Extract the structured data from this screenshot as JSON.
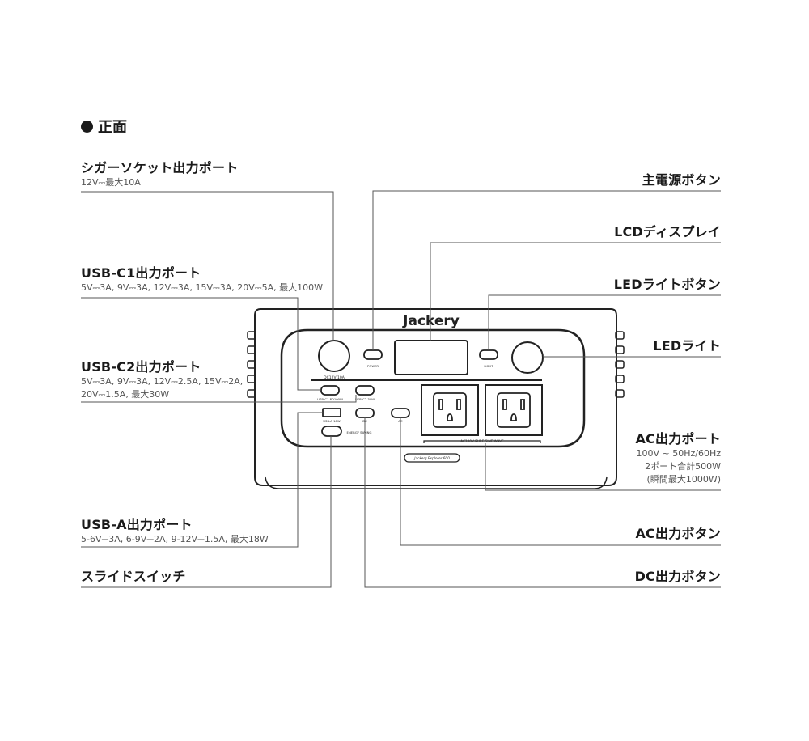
{
  "section_title": "正面",
  "device": {
    "brand": "Jackery",
    "model": "Jackery Explorer 600",
    "dc_label": "DC12V 10A",
    "power_label": "POWER",
    "light_label": "LIGHT",
    "usb_c1_label": "USB-C1 PD100W",
    "usb_c2_label": "USB-C2 30W",
    "usb_a_label": "USB-A 18W",
    "dc_btn_label": "DC",
    "ac_btn_label": "AC",
    "slide_label": "ENERGY SAVING",
    "ac_banner": "AC100V PURE SINE WAVE"
  },
  "callouts_left": [
    {
      "title": "シガーソケット出力ポート",
      "detail": [
        "12V⎓最大10A"
      ]
    },
    {
      "title": "USB-C1出力ポート",
      "detail": [
        "5V⎓3A, 9V⎓3A, 12V⎓3A, 15V⎓3A, 20V⎓5A, 最大100W"
      ]
    },
    {
      "title": "USB-C2出力ポート",
      "detail": [
        "5V⎓3A, 9V⎓3A, 12V⎓2.5A, 15V⎓2A,",
        "20V⎓1.5A, 最大30W"
      ]
    },
    {
      "title": "USB-A出力ポート",
      "detail": [
        "5-6V⎓3A, 6-9V⎓2A, 9-12V⎓1.5A, 最大18W"
      ]
    },
    {
      "title": "スライドスイッチ",
      "detail": []
    }
  ],
  "callouts_right": [
    {
      "title": "主電源ボタン",
      "detail": []
    },
    {
      "title": "LCDディスプレイ",
      "detail": []
    },
    {
      "title": "LEDライトボタン",
      "detail": []
    },
    {
      "title": "LEDライト",
      "detail": []
    },
    {
      "title": "AC出力ポート",
      "detail": [
        "100V ~ 50Hz/60Hz",
        "2ポート合計500W",
        "(瞬間最大1000W)"
      ]
    },
    {
      "title": "AC出力ボタン",
      "detail": []
    },
    {
      "title": "DC出力ボタン",
      "detail": []
    }
  ]
}
